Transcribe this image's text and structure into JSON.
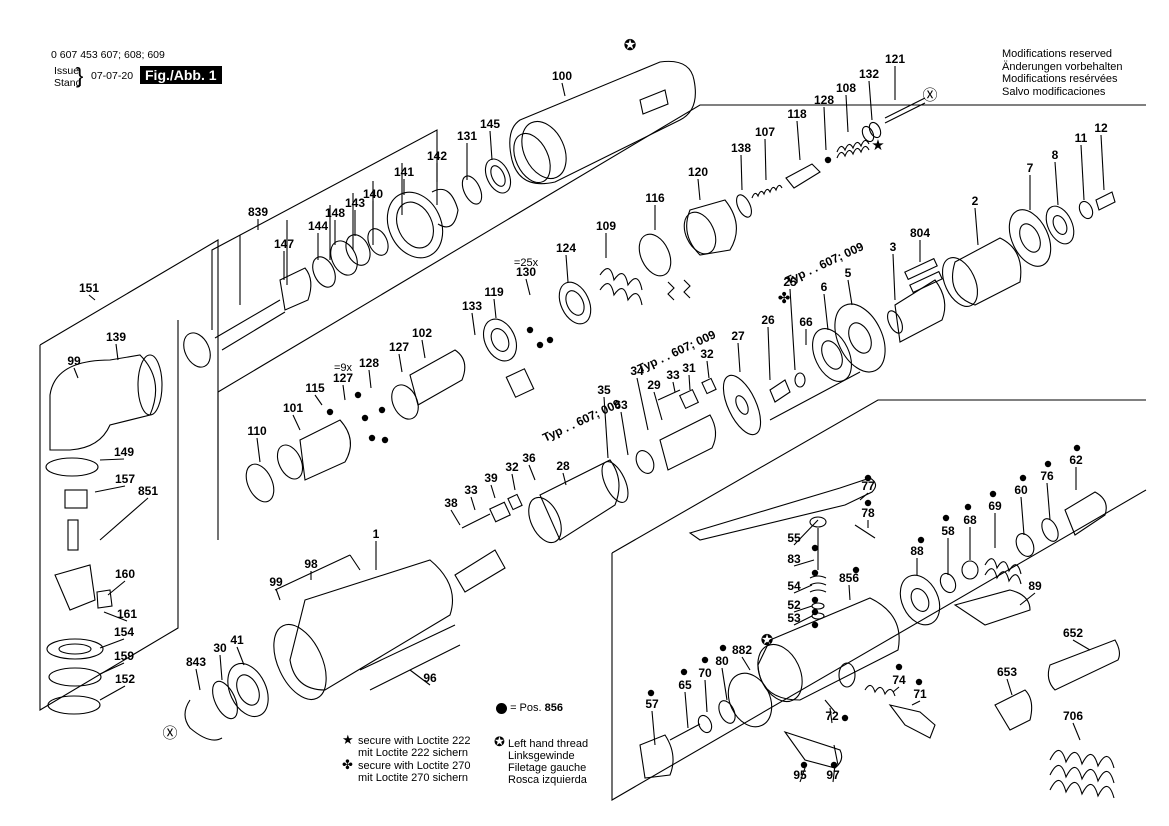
{
  "header": {
    "part_numbers": "0 607 453 607; 608; 609",
    "issue_label": "Issue",
    "stand_label": "Stand",
    "date": "07-07-20",
    "figure": "Fig./Abb. 1"
  },
  "modifications": [
    "Modifications reserved",
    "Änderungen vorbehalten",
    "Modifications resérvées",
    "Salvo modificaciones"
  ],
  "legend": {
    "pos_text": "= Pos.",
    "pos_number": "856",
    "loctite222": [
      "secure with Loctite 222",
      "mit Loctite 222 sichern"
    ],
    "loctite270": [
      "secure with Loctite 270",
      "mit Loctite 270 sichern"
    ],
    "left_hand": [
      "Left hand thread",
      "Linksgewinde",
      "Filetage gauche",
      "Rosca izquierda"
    ]
  },
  "type_labels": [
    "Typ . . 607; 009",
    "Typ . . 607; 009",
    "Typ . . 607; 009"
  ],
  "multipliers": [
    "=25x",
    "=9x"
  ],
  "parts": [
    "100",
    "121",
    "132",
    "108",
    "128",
    "118",
    "107",
    "138",
    "131",
    "145",
    "142",
    "839",
    "141",
    "140",
    "143",
    "148",
    "144",
    "147",
    "120",
    "116",
    "109",
    "124",
    "130",
    "119",
    "133",
    "102",
    "127",
    "128",
    "127",
    "115",
    "101",
    "110",
    "151",
    "139",
    "99",
    "149",
    "157",
    "851",
    "160",
    "161",
    "154",
    "159",
    "152",
    "843",
    "30",
    "41",
    "1",
    "98",
    "99",
    "96",
    "38",
    "33",
    "39",
    "32",
    "36",
    "28",
    "35",
    "63",
    "34",
    "29",
    "33",
    "31",
    "32",
    "27",
    "26",
    "25",
    "66",
    "6",
    "5",
    "3",
    "804",
    "2",
    "7",
    "8",
    "11",
    "12",
    "77",
    "78",
    "55",
    "83",
    "54",
    "52",
    "53",
    "856",
    "88",
    "58",
    "68",
    "69",
    "60",
    "76",
    "62",
    "89",
    "652",
    "653",
    "706",
    "882",
    "80",
    "70",
    "65",
    "57",
    "74",
    "71",
    "72",
    "95",
    "97"
  ]
}
